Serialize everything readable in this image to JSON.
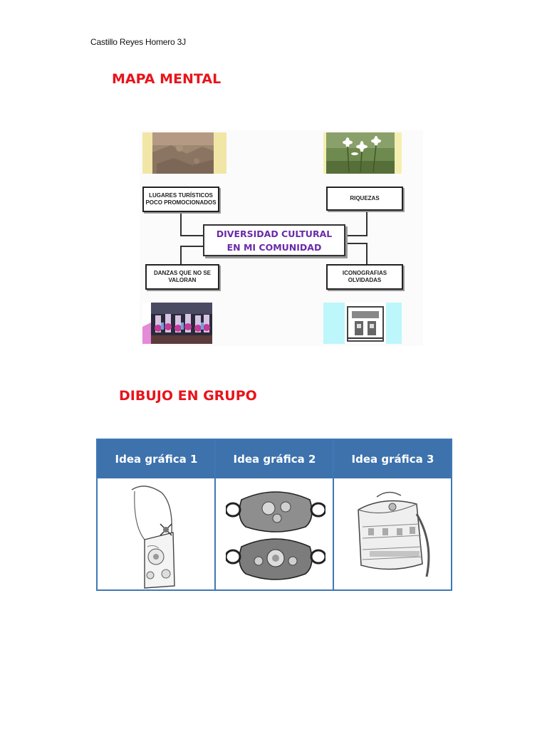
{
  "author": "Castillo Reyes Homero 3J",
  "sections": {
    "mind_map_title": "MAPA MENTAL",
    "group_drawing_title": "DIBUJO EN GRUPO"
  },
  "mind_map": {
    "center": [
      "DIVERSIDAD CULTURAL",
      "EN MI COMUNIDAD"
    ],
    "top_left": [
      "LUGARES TURÍSTICOS",
      "POCO PROMOCIONADOS"
    ],
    "top_right": [
      "RIQUEZAS"
    ],
    "bottom_left": [
      "DANZAS QUE NO SE",
      "VALORAN"
    ],
    "bottom_right": [
      "ICONOGRAFIAS",
      "OLVIDADAS"
    ]
  },
  "ideas_table": {
    "headers": [
      "Idea gráfica 1",
      "Idea gráfica 2",
      "Idea gráfica 3"
    ]
  },
  "colors": {
    "heading_red": "#e8141b",
    "center_purple": "#6a2aa8",
    "table_blue": "#3d72ad"
  }
}
